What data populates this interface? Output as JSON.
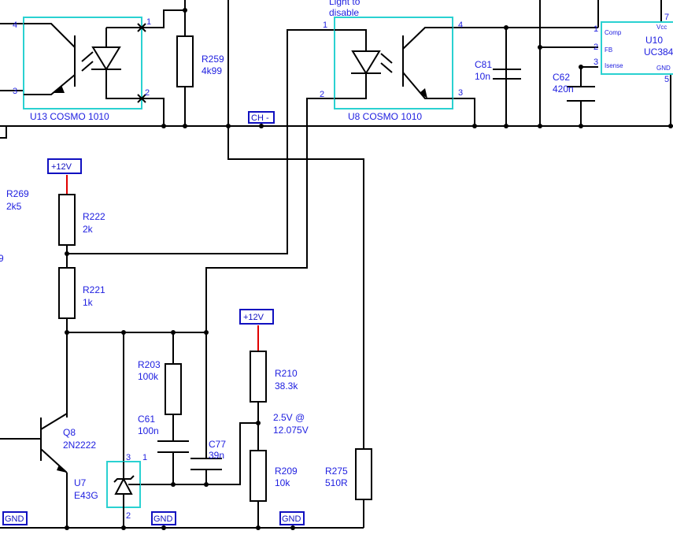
{
  "nets": {
    "vcc_a": "+12V",
    "vcc_b": "+12V",
    "gnd_a": "GND",
    "gnd_b": "GND",
    "gnd_c": "GND",
    "ch_minus": "CH -"
  },
  "notes": {
    "light_line1": "Light to",
    "light_line2": "disable",
    "vref_line1": "2.5V @",
    "vref_line2": "12.075V"
  },
  "components": {
    "u13": {
      "label": "U13 COSMO 1010",
      "pins": [
        "4",
        "1",
        "3",
        "2"
      ]
    },
    "u8": {
      "label": "U8 COSMO 1010",
      "pins": [
        "1",
        "4",
        "2",
        "3"
      ]
    },
    "u10": {
      "ref": "U10",
      "value": "UC384",
      "pins": [
        "1",
        "2",
        "3",
        "7",
        "5"
      ],
      "pin_names": [
        "Comp",
        "FB",
        "Isense",
        "Vcc",
        "GND"
      ]
    },
    "u7": {
      "ref": "U7",
      "value": "E43G",
      "pins": [
        "3",
        "1",
        "2"
      ]
    },
    "q8": {
      "ref": "Q8",
      "value": "2N2222"
    },
    "r259": {
      "ref": "R259",
      "value": "4k99"
    },
    "r269": {
      "ref": "R269",
      "value": "2k5"
    },
    "r222": {
      "ref": "R222",
      "value": "2k"
    },
    "r221": {
      "ref": "R221",
      "value": "1k"
    },
    "r203": {
      "ref": "R203",
      "value": "100k"
    },
    "r210": {
      "ref": "R210",
      "value": "38.3k"
    },
    "r209": {
      "ref": "R209",
      "value": "10k"
    },
    "r275": {
      "ref": "R275",
      "value": "510R"
    },
    "c81": {
      "ref": "C81",
      "value": "10n"
    },
    "c62": {
      "ref": "C62",
      "value": "420n"
    },
    "c61": {
      "ref": "C61",
      "value": "100n"
    },
    "c77": {
      "ref": "C77",
      "value": "39n"
    }
  },
  "partial_label": "9"
}
